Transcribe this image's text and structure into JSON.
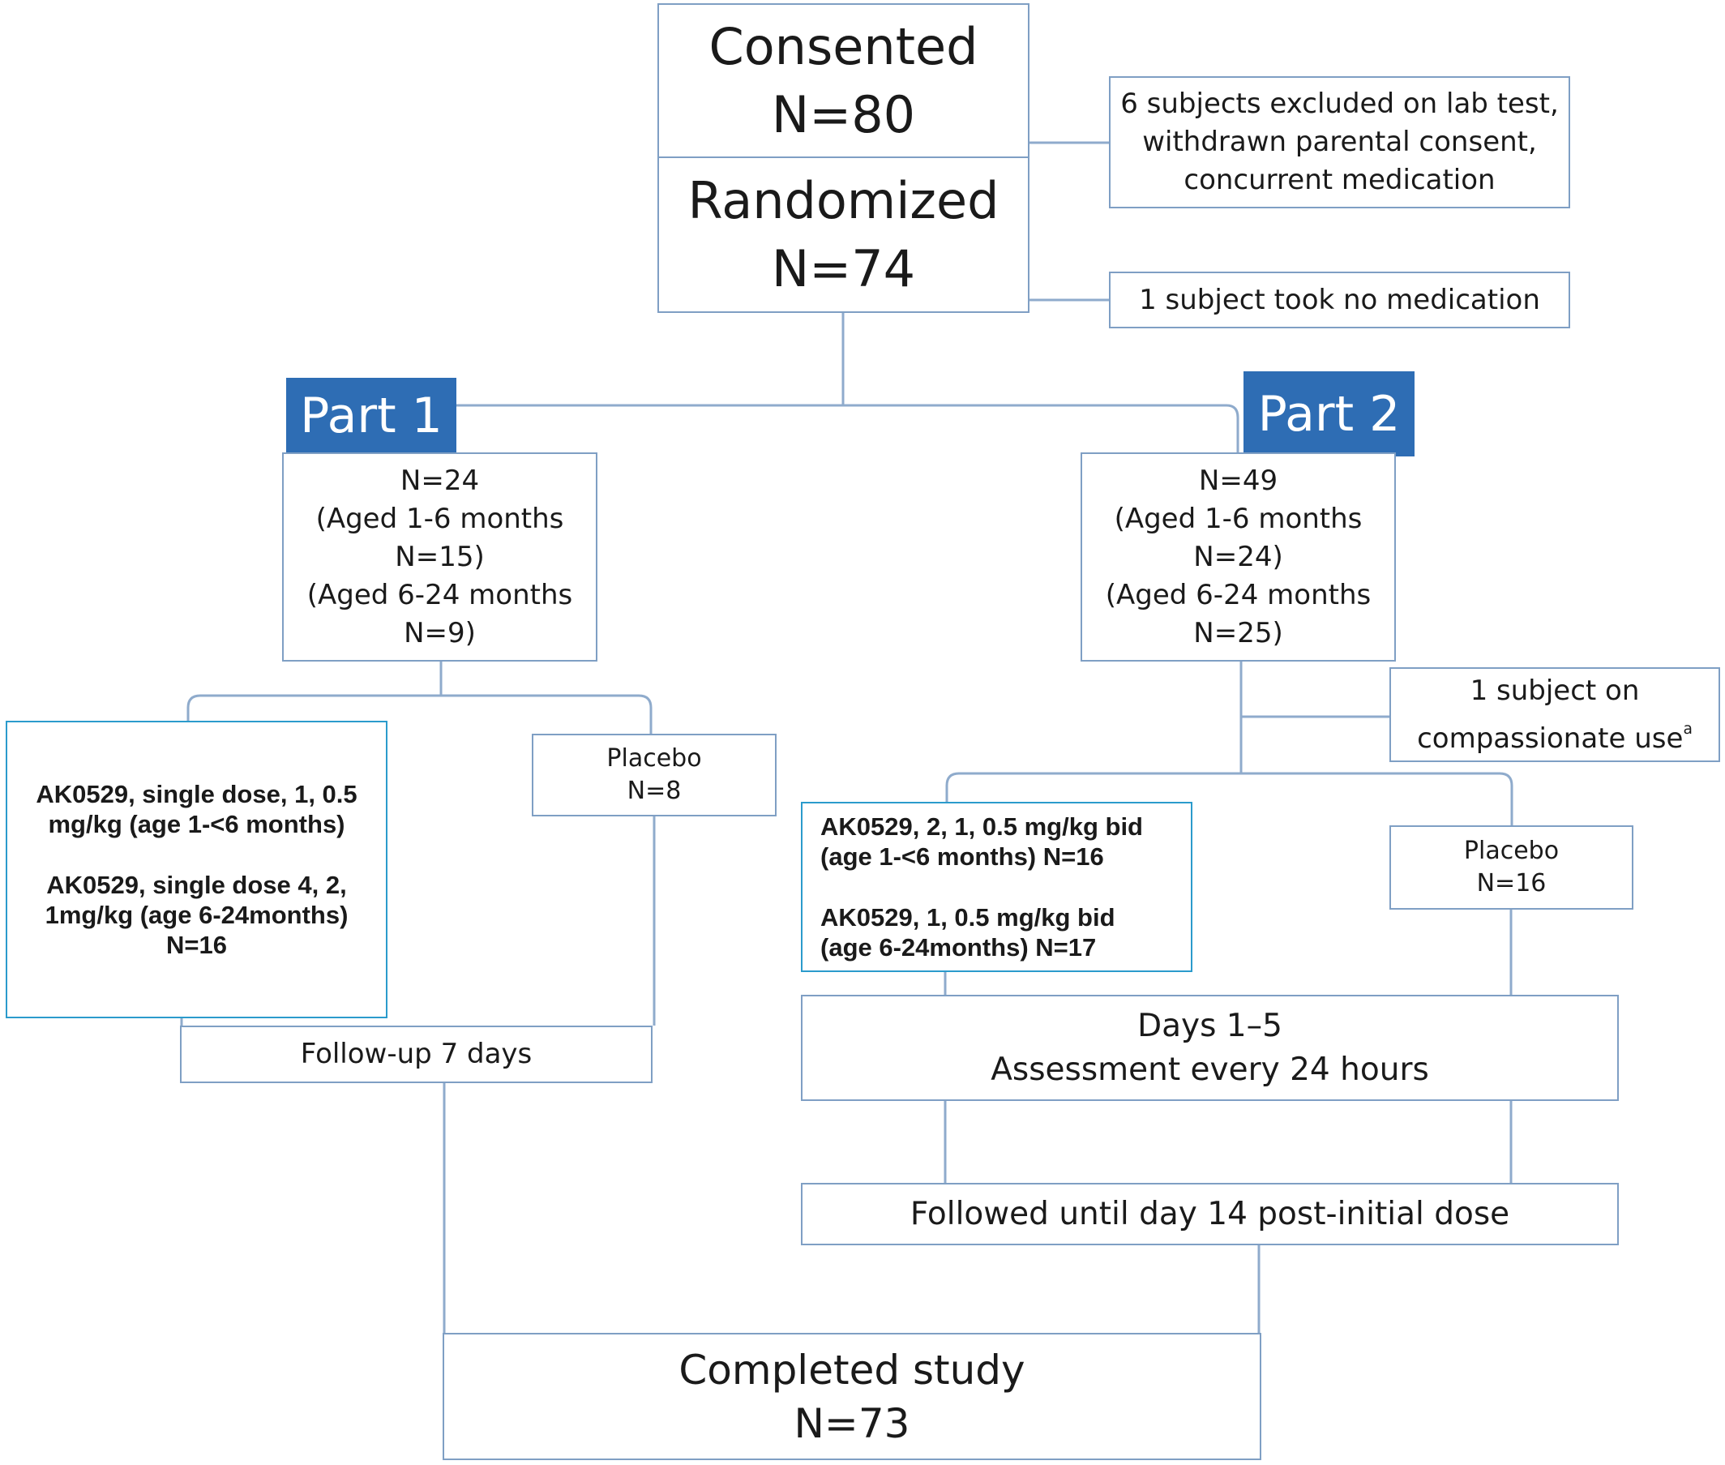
{
  "consented": {
    "title": "Consented",
    "n": "N=80"
  },
  "randomized": {
    "title": "Randomized",
    "n": "N=74"
  },
  "exclusions": {
    "lines": [
      "6 subjects excluded on lab test,",
      "withdrawn parental consent,",
      "concurrent medication"
    ]
  },
  "no_medication": {
    "text": "1 subject took no medication"
  },
  "part1": {
    "label": "Part 1",
    "summary": [
      "N=24",
      "(Aged 1-6 months",
      "N=15)",
      "(Aged 6-24 months",
      "N=9)"
    ],
    "active": {
      "text1": "AK0529, single dose, 1, 0.5\nmg/kg  (age 1-<6 months)",
      "text2": "AK0529, single dose 4, 2,\n1mg/kg (age 6-24months)\nN=16"
    },
    "placebo": {
      "label": "Placebo",
      "n": "N=8"
    },
    "followup": "Follow-up 7 days"
  },
  "part2": {
    "label": "Part 2",
    "summary": [
      "N=49",
      "(Aged 1-6 months",
      "N=24)",
      "(Aged 6-24 months",
      "N=25)"
    ],
    "compassionate": {
      "line1": "1 subject on",
      "line2": "compassionate use",
      "footnote": "a"
    },
    "active": {
      "text1": "AK0529, 2, 1, 0.5 mg/kg bid\n(age 1-<6 months) N=16",
      "text2": "AK0529, 1, 0.5 mg/kg bid\n(age 6-24months) N=17"
    },
    "placebo": {
      "label": "Placebo",
      "n": "N=16"
    },
    "assessment": {
      "line1": "Days 1–5",
      "line2": "Assessment every 24 hours"
    },
    "followup": "Followed until day 14 post-initial dose"
  },
  "completed": {
    "title": "Completed study",
    "n": "N=73"
  },
  "colors": {
    "box_border": "#7f9fc4",
    "active_border": "#2b9bcc",
    "part_fill": "#2e6db4"
  }
}
